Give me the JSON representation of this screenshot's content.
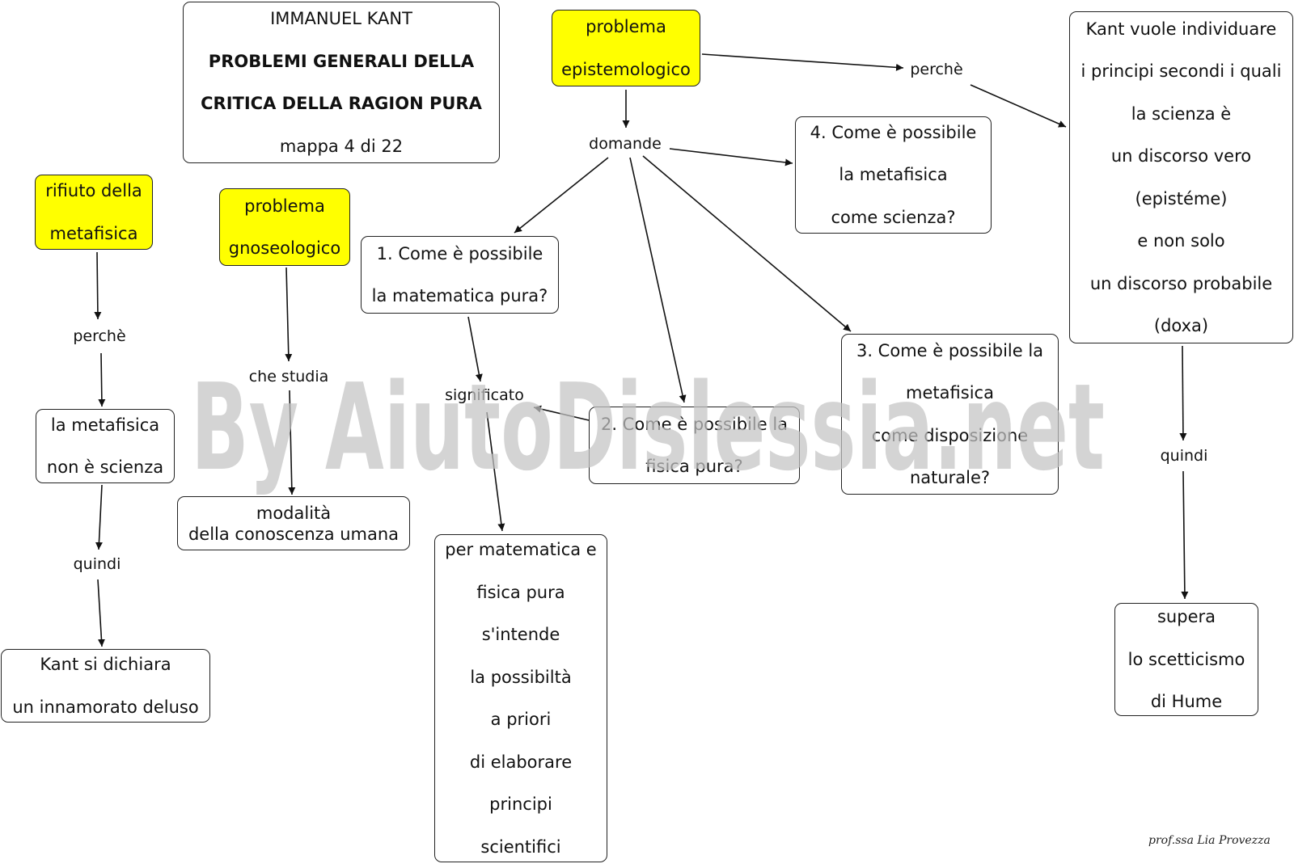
{
  "title": {
    "lines": [
      "IMMANUEL KANT",
      "PROBLEMI GENERALI DELLA",
      "CRITICA DELLA RAGION PURA",
      "mappa 4 di 22"
    ]
  },
  "nodes": {
    "rifiuto": [
      "rifiuto della",
      "metafisica"
    ],
    "metafisica_non_scienza": [
      "la metafisica",
      "non è scienza"
    ],
    "innamorato": [
      "Kant si dichiara",
      "un innamorato deluso"
    ],
    "gnoseologico": [
      "problema",
      "gnoseologico"
    ],
    "modalita": [
      "modalità",
      "della conoscenza umana"
    ],
    "epistemologico": [
      "problema",
      "epistemologico"
    ],
    "q1": [
      "1. Come è possibile",
      "la matematica pura?"
    ],
    "q2": [
      "2. Come è possibile la",
      "fisica pura?"
    ],
    "q3": [
      "3. Come è possibile la",
      "metafisica",
      "come disposizione",
      "naturale?"
    ],
    "q4": [
      "4. Come è possibile",
      "la metafisica",
      "come scienza?"
    ],
    "matematica": [
      "per matematica e",
      "fisica pura",
      "s'intende",
      "la possibiltà",
      "a priori",
      "di elaborare",
      "principi",
      "scientifici"
    ],
    "kant_vuole": [
      "Kant vuole individuare",
      "i principi secondi i quali",
      "la scienza è",
      "un discorso vero",
      "(epistéme)",
      "e non solo",
      "un discorso probabile",
      "(doxa)"
    ],
    "supera": [
      "supera",
      "lo scetticismo",
      "di Hume"
    ]
  },
  "labels": {
    "perche_left": "perchè",
    "quindi_left": "quindi",
    "che_studia": "che studia",
    "domande": "domande",
    "significato": "significato",
    "perche_right": "perchè",
    "quindi_right": "quindi"
  },
  "watermark": "By AiutoDislessia.net",
  "signature": "prof.ssa Lia Provezza",
  "colors": {
    "highlight": "#ffff00",
    "watermark": "#c4c4c4",
    "border": "#222222"
  }
}
